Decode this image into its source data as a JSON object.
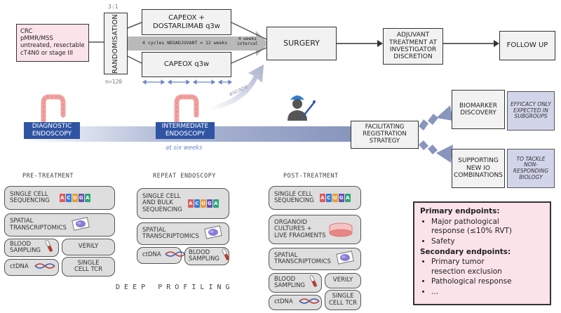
{
  "colors": {
    "navy": "#2f54a3",
    "lavender": "#d2d4ea",
    "pink": "#fbe3ea",
    "box_gray": "#f2f2f2",
    "pill_gray": "#dedede",
    "arrow_gray": "#b9b9b9",
    "colon_pink": "#f0a0a0",
    "petri_red": "#e88686"
  },
  "patient_box": {
    "line1": "CRC",
    "line2": "pMMR/MSS",
    "line3": "untreated, resectable",
    "line4": "cT4N0 or stage III"
  },
  "randomisation": {
    "label": "RANDOMISATION",
    "ratio": "3:1",
    "n": "n=120"
  },
  "arms": {
    "arm_a_line1": "CAPEOX +",
    "arm_a_line2": "DOSTARLIMAB q3w",
    "arm_b": "CAPEOX q3w",
    "neoadjuvant": "4 cycles NEOADJUVANT = 12 weeks",
    "interval_line1": "4 weeks",
    "interval_line2": "interval"
  },
  "surgery": "SURGERY",
  "adjuvant": {
    "line1": "ADJUVANT",
    "line2": "TREATMENT AT",
    "line3": "INVESTIGATOR",
    "line4": "DISCRETION"
  },
  "follow_up": "FOLLOW UP",
  "timeline": {
    "diagnostic_line1": "DIAGNOSTIC",
    "diagnostic_line2": "ENDOSCOPY",
    "intermediate_line1": "INTERMEDIATE",
    "intermediate_line2": "ENDOSCOPY",
    "at_six_weeks": "at six weeks",
    "escape": "escape"
  },
  "strategy": {
    "line1": "FACILITATING",
    "line2": "REGISTRATION",
    "line3": "STRATEGY"
  },
  "biomarker": {
    "line1": "BIOMARKER",
    "line2": "DISCOVERY",
    "note_line1": "EFFICACY ONLY",
    "note_line2": "EXPECTED IN",
    "note_line3": "SUBGROUPS"
  },
  "supporting": {
    "line1": "SUPPORTING",
    "line2": "NEW IO",
    "line3": "COMBINATIONS",
    "note_line1": "TO TACKLE",
    "note_line2": "NON-",
    "note_line3": "RESPONDING",
    "note_line4": "BIOLOGY"
  },
  "pre_treatment": {
    "title": "PRE-TREATMENT",
    "sc_line1": "SINGLE CELL",
    "sc_line2": "SEQUENCING",
    "st_line1": "SPATIAL",
    "st_line2": "TRANSCRIPTOMICS",
    "blood_line1": "BLOOD",
    "blood_line2": "SAMPLING",
    "verily": "VERILY",
    "ctdna": "ctDNA",
    "tcr_line1": "SINGLE",
    "tcr_line2": "CELL TCR"
  },
  "repeat": {
    "title": "REPEAT ENDOSCOPY",
    "sc_line1": "SINGLE CELL",
    "sc_line2": "AND BULK",
    "sc_line3": "SEQUENCING",
    "st_line1": "SPATIAL",
    "st_line2": "TRANSCRIPTOMICS",
    "ctdna": "ctDNA",
    "blood_line1": "BLOOD",
    "blood_line2": "SAMPLING"
  },
  "post": {
    "title": "POST-TREATMENT",
    "sc_line1": "SINGLE CELL",
    "sc_line2": "SEQUENCING",
    "org_line1": "ORGANOID",
    "org_line2": "CULTURES +",
    "org_line3": "LIVE FRAGMENTS",
    "st_line1": "SPATIAL",
    "st_line2": "TRANSCRIPTOMICS",
    "blood_line1": "BLOOD",
    "blood_line2": "SAMPLING",
    "verily": "VERILY",
    "ctdna": "ctDNA",
    "tcr_line1": "SINGLE",
    "tcr_line2": "CELL TCR"
  },
  "deep_profiling": "D E E P   P R O F I L I N G",
  "endpoints": {
    "primary_title": "Primary endpoints:",
    "primary_1_line1": "Major pathological",
    "primary_1_line2": "response (≤10% RVT)",
    "primary_2": "Safety",
    "secondary_title": "Secondary endpoints:",
    "secondary_1_line1": "Primary tumor",
    "secondary_1_line2": "resection exclusion",
    "secondary_2": "Pathological response",
    "secondary_3": "..."
  },
  "dna_bases": [
    "A",
    "C",
    "U",
    "G",
    "A"
  ]
}
